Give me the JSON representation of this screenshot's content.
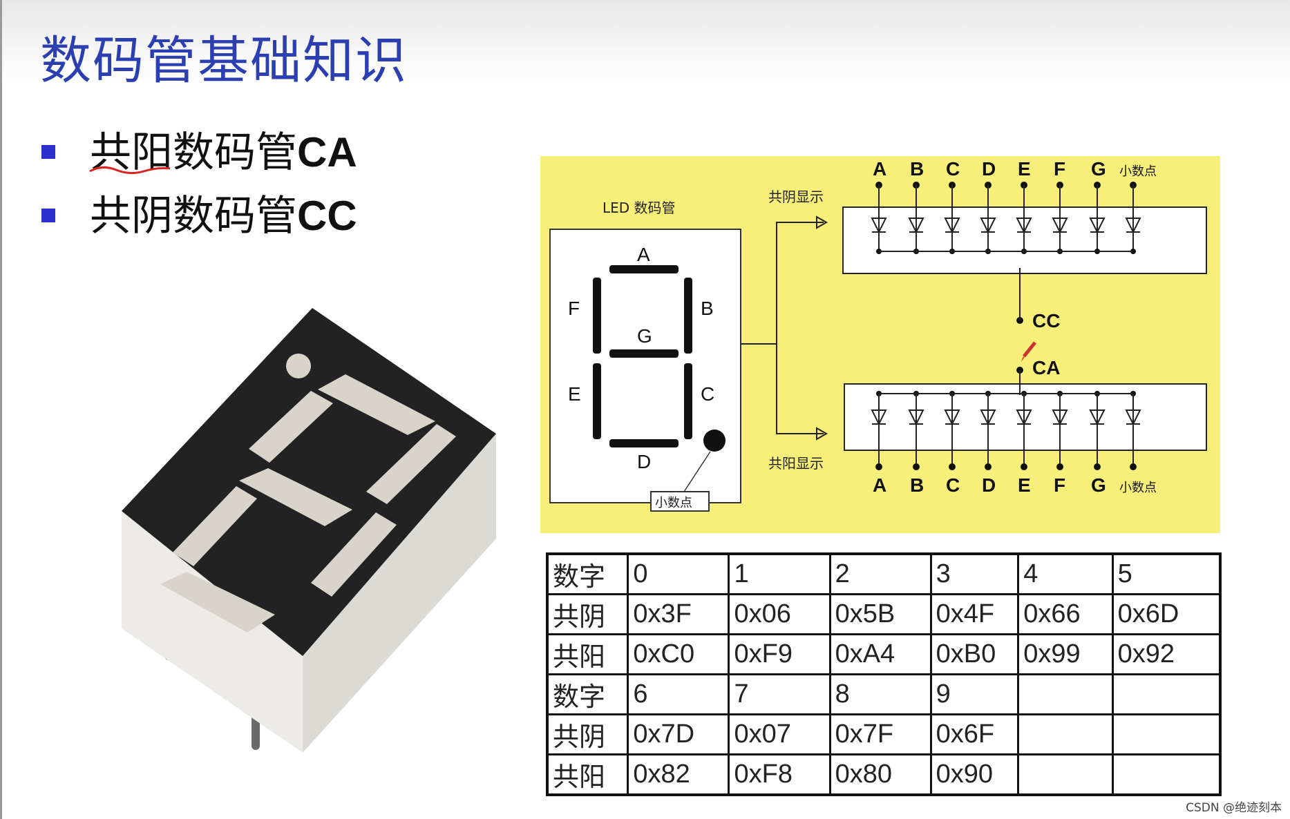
{
  "title": "数码管基础知识",
  "bullets": [
    {
      "cn": "共阳数码管",
      "en": "CA"
    },
    {
      "cn": "共阴数码管",
      "en": "CC"
    }
  ],
  "diagram": {
    "panel_title": "LED 数码管",
    "segments": [
      "A",
      "B",
      "C",
      "D",
      "E",
      "F",
      "G"
    ],
    "dp_label": "小数点",
    "cc_label": "共阴显示",
    "ca_label": "共阳显示",
    "cc_pin": "CC",
    "ca_pin": "CA"
  },
  "colors": {
    "title": "#2c3fb0",
    "bullet": "#2b2fd0",
    "diagram_bg": "#f7ef7a"
  },
  "table": {
    "rows": [
      [
        "数字",
        "0",
        "1",
        "2",
        "3",
        "4",
        "5"
      ],
      [
        "共阴",
        "0x3F",
        "0x06",
        "0x5B",
        "0x4F",
        "0x66",
        "0x6D"
      ],
      [
        "共阳",
        "0xC0",
        "0xF9",
        "0xA4",
        "0xB0",
        "0x99",
        "0x92"
      ],
      [
        "数字",
        "6",
        "7",
        "8",
        "9",
        "",
        ""
      ],
      [
        "共阴",
        "0x7D",
        "0x07",
        "0x7F",
        "0x6F",
        "",
        ""
      ],
      [
        "共阳",
        "0x82",
        "0xF8",
        "0x80",
        "0x90",
        "",
        ""
      ]
    ]
  },
  "watermark": "CSDN @绝迹刻本"
}
